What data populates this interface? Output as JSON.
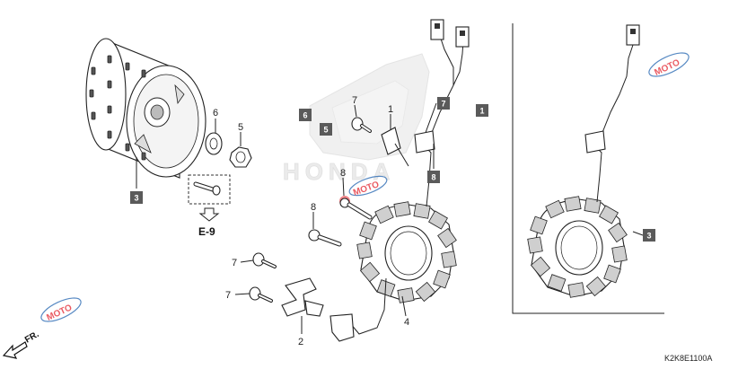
{
  "callouts": {
    "n1": "1",
    "n2": "2",
    "n3": "3",
    "n4": "4",
    "n5": "5",
    "n6": "6",
    "n7": "7",
    "n8": "8"
  },
  "tags": {
    "t1": "1",
    "t3": "3",
    "t5": "5",
    "t6": "6",
    "t7": "7",
    "t8": "8"
  },
  "ref_label": "E-9",
  "front_label": "FR.",
  "diagram_code": "K2K8E1100A",
  "watermark": {
    "brand": "MOTO",
    "logo_text": "HONDA"
  },
  "colors": {
    "tag_fill": "#5a5a5a",
    "watermark_red": "#e5323b",
    "watermark_blue": "#2f6db5",
    "logo_gray": "#d6d6d6"
  }
}
